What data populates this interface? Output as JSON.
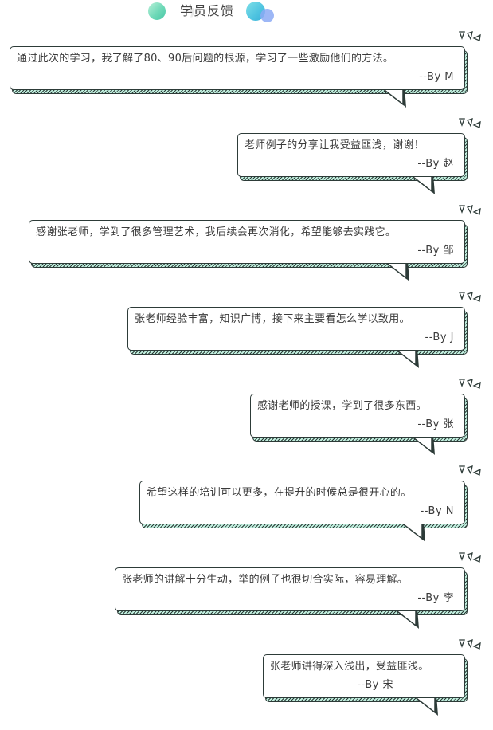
{
  "header": {
    "title": "学员反馈"
  },
  "feedback": [
    {
      "text": "通过此次的学习，我了解了80、90后问题的根源，学习了一些激励他们的方法。",
      "author": "--By M"
    },
    {
      "text": "老师例子的分享让我受益匪浅，谢谢！",
      "author": "--By 赵"
    },
    {
      "text": "感谢张老师，学到了很多管理艺术，我后续会再次消化，希望能够去实践它。",
      "author": "--By 邹"
    },
    {
      "text": "张老师经验丰富，知识广博，接下来主要看怎么学以致用。",
      "author": "--By J"
    },
    {
      "text": "感谢老师的授课，学到了很多东西。",
      "author": "--By 张"
    },
    {
      "text": "希望这样的培训可以更多，在提升的时候总是很开心的。",
      "author": "--By N"
    },
    {
      "text": "张老师的讲解十分生动，举的例子也很切合实际，容易理解。",
      "author": "--By 李"
    },
    {
      "text": "张老师讲得深入浅出，受益匪浅。",
      "author": "--By 宋"
    }
  ],
  "colors": {
    "outline": "#2d3b38",
    "shadow_fill": "#bfeedd",
    "header_dot_green": "#6fd9b8",
    "header_dot_blue": "#4ec3e0"
  }
}
